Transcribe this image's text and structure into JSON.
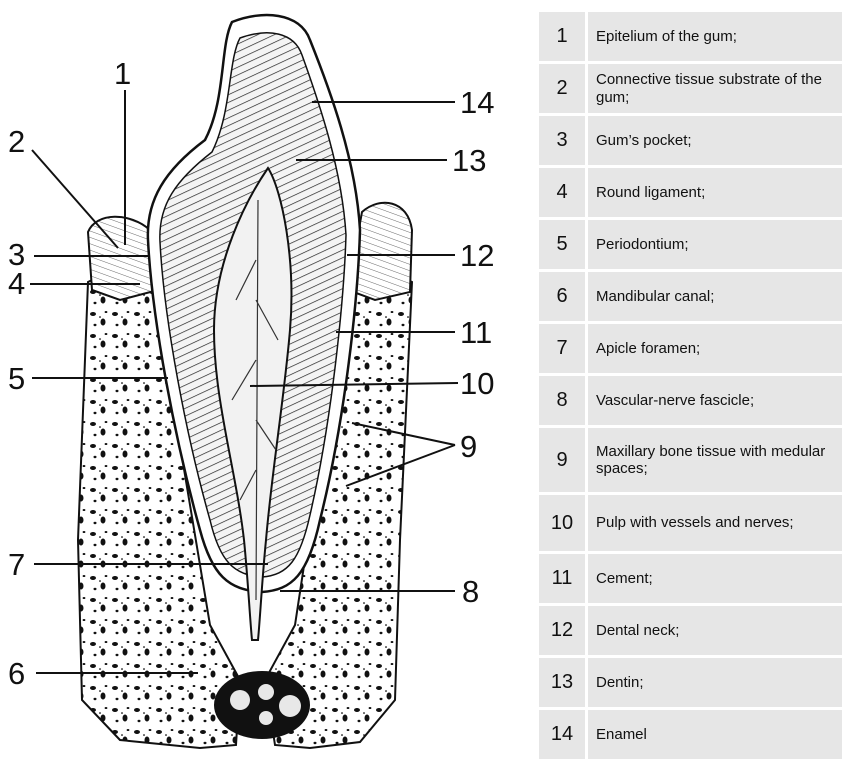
{
  "callouts": [
    {
      "num": "1"
    },
    {
      "num": "2"
    },
    {
      "num": "3"
    },
    {
      "num": "4"
    },
    {
      "num": "5"
    },
    {
      "num": "6"
    },
    {
      "num": "7"
    },
    {
      "num": "8"
    },
    {
      "num": "9"
    },
    {
      "num": "10"
    },
    {
      "num": "11"
    },
    {
      "num": "12"
    },
    {
      "num": "13"
    },
    {
      "num": "14"
    }
  ],
  "legend": [
    {
      "num": "1",
      "text": "Epitelium of the gum;"
    },
    {
      "num": "2",
      "text": "Connective tissue substrate of the gum;"
    },
    {
      "num": "3",
      "text": "Gum’s pocket;"
    },
    {
      "num": "4",
      "text": "Round ligament;"
    },
    {
      "num": "5",
      "text": "Periodontium;"
    },
    {
      "num": "6",
      "text": "Mandibular canal;"
    },
    {
      "num": "7",
      "text": "Apicle foramen;"
    },
    {
      "num": "8",
      "text": "Vascular-nerve fascicle;"
    },
    {
      "num": "9",
      "text": "Maxillary bone tissue with medular spaces;"
    },
    {
      "num": "10",
      "text": "Pulp with vessels and nerves;"
    },
    {
      "num": "11",
      "text": "Cement;"
    },
    {
      "num": "12",
      "text": "Dental neck;"
    },
    {
      "num": "13",
      "text": "Dentin;"
    },
    {
      "num": "14",
      "text": "Enamel"
    }
  ]
}
